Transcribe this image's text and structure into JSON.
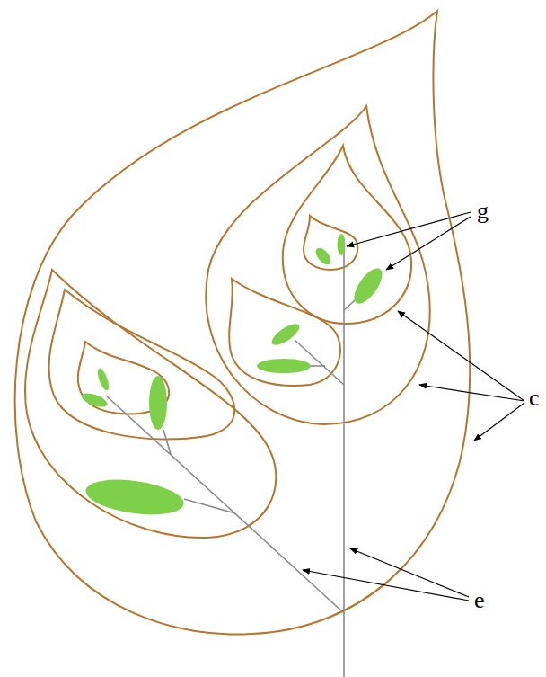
{
  "diagram": {
    "labels": [
      "g",
      "c",
      "e"
    ]
  }
}
